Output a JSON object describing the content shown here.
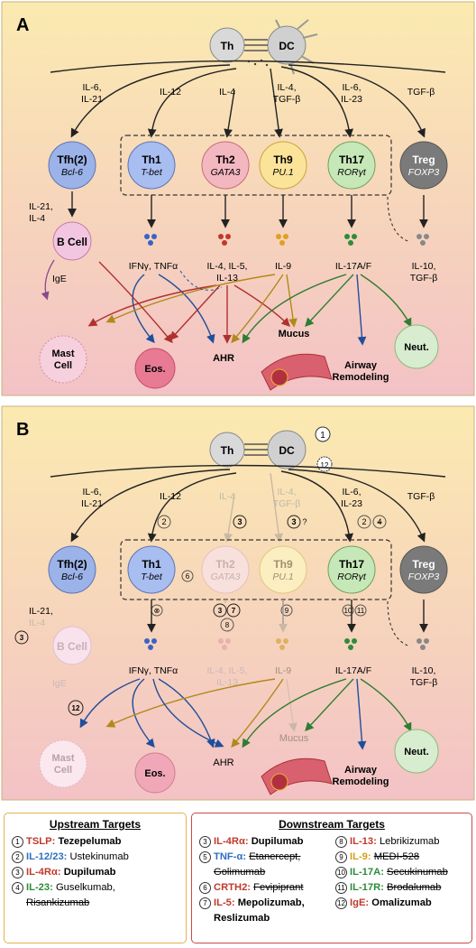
{
  "panelA": {
    "letter": "A"
  },
  "panelB": {
    "letter": "B"
  },
  "dc": {
    "th": "Th",
    "dc": "DC"
  },
  "cytokines_top": {
    "c1a": "IL-6,",
    "c1b": "IL-21",
    "c2": "IL-12",
    "c3": "IL-4",
    "c4a": "IL-4,",
    "c4b": "TGF-β",
    "c5a": "IL-6,",
    "c5b": "IL-23",
    "c6": "TGF-β"
  },
  "cells": {
    "tfh": {
      "name": "Tfh(2)",
      "tf": "Bcl-6"
    },
    "th1": {
      "name": "Th1",
      "tf": "T-bet"
    },
    "th2": {
      "name": "Th2",
      "tf": "GATA3"
    },
    "th9": {
      "name": "Th9",
      "tf": "PU.1"
    },
    "th17": {
      "name": "Th17",
      "tf": "RORγt"
    },
    "treg": {
      "name": "Treg",
      "tf": "FOXP3"
    }
  },
  "products": {
    "tfh_a": "IL-21,",
    "tfh_b": "IL-4",
    "bcell": "B Cell",
    "ige": "IgE",
    "th1": "IFNγ, TNFα",
    "th2a": "IL-4, IL-5,",
    "th2b": "IL-13",
    "th9": "IL-9",
    "th17": "IL-17A/F",
    "treg_a": "IL-10,",
    "treg_b": "TGF-β"
  },
  "effectors": {
    "mast_a": "Mast",
    "mast_b": "Cell",
    "eos": "Eos.",
    "ahr": "AHR",
    "mucus": "Mucus",
    "airway_a": "Airway",
    "airway_b": "Remodeling",
    "neut": "Neut."
  },
  "markers": {
    "m1": "1",
    "m2": "2",
    "m3": "3",
    "m4": "4",
    "m6": "6",
    "m7": "7",
    "m8": "8",
    "m9": "9",
    "m10": "10",
    "m11": "11",
    "m12": "12",
    "q": "?"
  },
  "legend": {
    "upstream": {
      "title": "Upstream Targets",
      "items": [
        {
          "n": "1",
          "target": "TSLP:",
          "drug": "Tezepelumab",
          "color": "#c0392b",
          "drug_strike": ""
        },
        {
          "n": "2",
          "target": "IL-12/23:",
          "drug": "Ustekinumab",
          "color": "#2e6fbf",
          "drug_strike": ""
        },
        {
          "n": "3",
          "target": "IL-4Rα:",
          "drug": "Dupilumab",
          "color": "#c0392b",
          "drug_strike": ""
        },
        {
          "n": "4",
          "target": "IL-23:",
          "drug": "Guselkumab,",
          "color": "#2e8b3a",
          "drug_strike": "Risankizumab"
        }
      ]
    },
    "downstream": {
      "title": "Downstream Targets",
      "left": [
        {
          "n": "3",
          "target": "IL-4Rα:",
          "drug": "Dupilumab",
          "color": "#c0392b"
        },
        {
          "n": "5",
          "target": "TNF-α:",
          "drug": "Etanercept,",
          "drug2": "Golimumab",
          "color": "#2e6fbf",
          "strike": true
        },
        {
          "n": "6",
          "target": "CRTH2:",
          "drug": "Fevipiprant",
          "color": "#c0392b",
          "strike": true
        },
        {
          "n": "7",
          "target": "IL-5:",
          "drug": "Mepolizumab,",
          "drug2": "Reslizumab",
          "color": "#c0392b",
          "strike": false
        }
      ],
      "right": [
        {
          "n": "8",
          "target": "IL-13:",
          "drug": "Lebrikizumab",
          "color": "#c0392b",
          "strike": false
        },
        {
          "n": "9",
          "target": "IL-9:",
          "drug": "MEDI-528",
          "color": "#d4a017",
          "strike": true
        },
        {
          "n": "10",
          "target": "IL-17A:",
          "drug": "Secukinumab",
          "color": "#2e8b3a",
          "strike": true
        },
        {
          "n": "11",
          "target": "IL-17R:",
          "drug": "Brodalumab",
          "color": "#2e8b3a",
          "strike": true
        },
        {
          "n": "12",
          "target": "IgE:",
          "drug": "Omalizumab",
          "color": "#c0392b",
          "strike": false
        }
      ]
    }
  }
}
